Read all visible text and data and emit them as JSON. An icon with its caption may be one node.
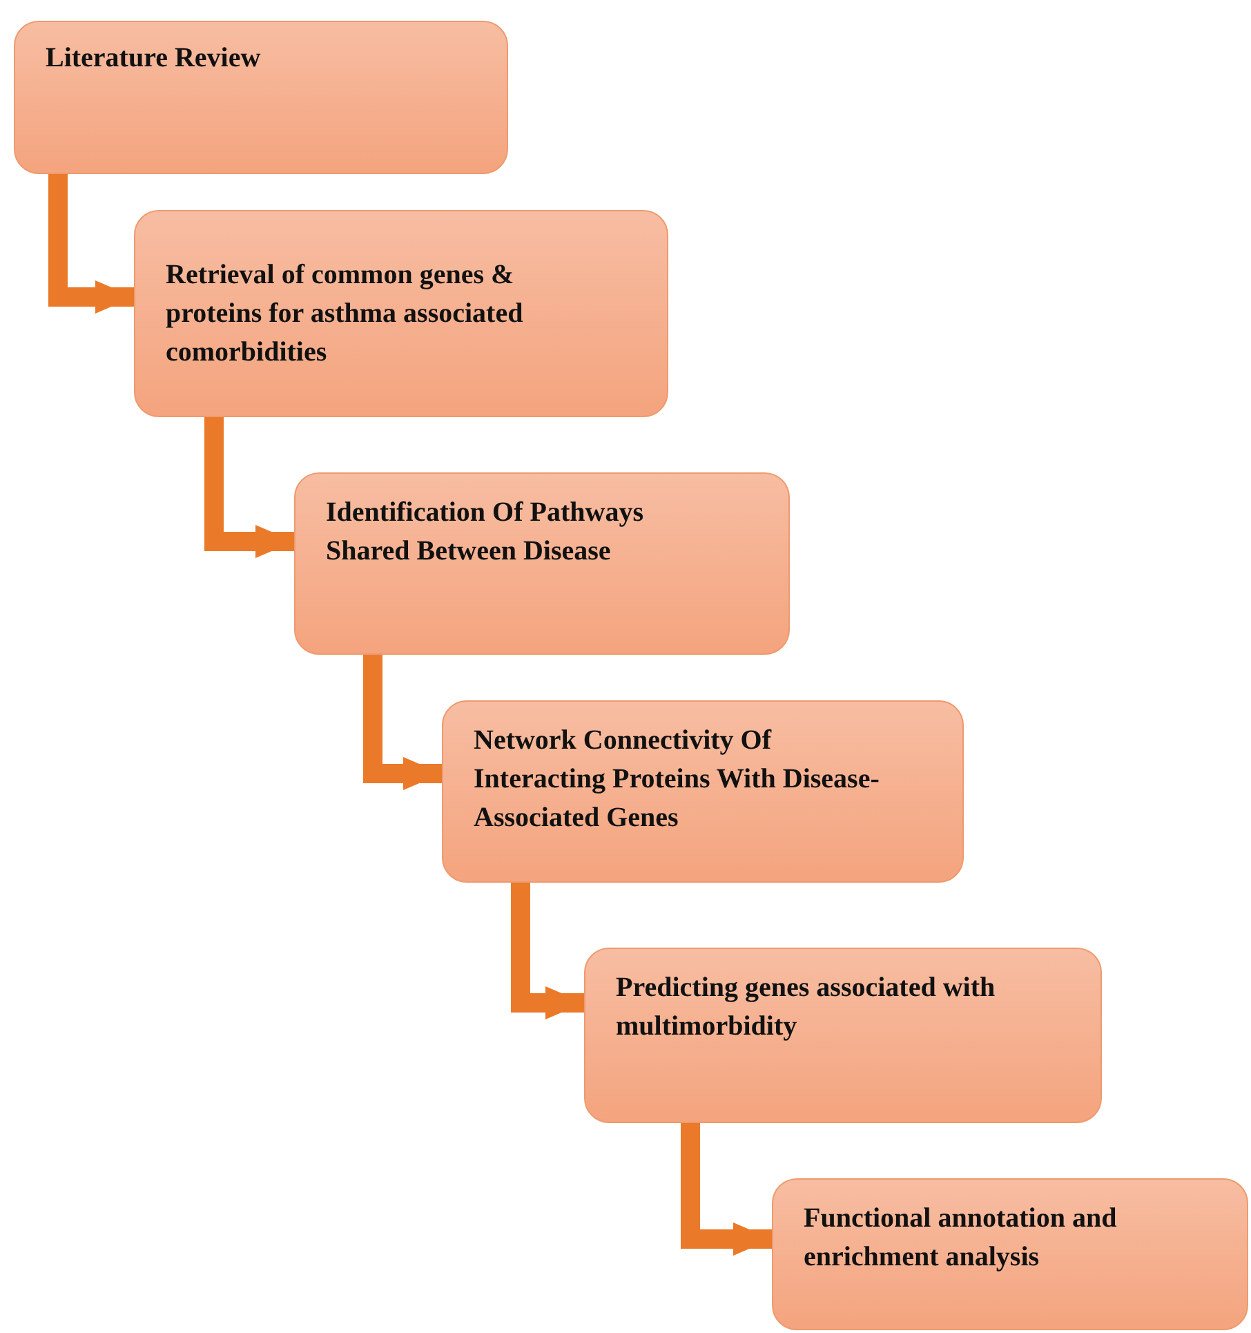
{
  "diagram": {
    "nodes": [
      {
        "text": [
          "Literature Review"
        ]
      },
      {
        "text": [
          "Retrieval of common genes & proteins for asthma associated comorbidities"
        ]
      },
      {
        "text": [
          "Identification Of Pathways Shared Between Disease"
        ]
      },
      {
        "text": [
          "Network Connectivity Of Interacting Proteins With Disease-Associated Genes"
        ]
      },
      {
        "text": [
          "Predicting genes associated with multimorbidity"
        ]
      },
      {
        "text": [
          "Functional annotation and enrichment analysis"
        ]
      }
    ],
    "edges": [
      {
        "from": 0,
        "to": 1,
        "arrow": "to"
      },
      {
        "from": 1,
        "to": 2,
        "arrow": "to"
      },
      {
        "from": 2,
        "to": 3,
        "arrow": "to"
      },
      {
        "from": 3,
        "to": 4,
        "arrow": "to"
      },
      {
        "from": 4,
        "to": 5,
        "arrow": "to"
      }
    ]
  }
}
